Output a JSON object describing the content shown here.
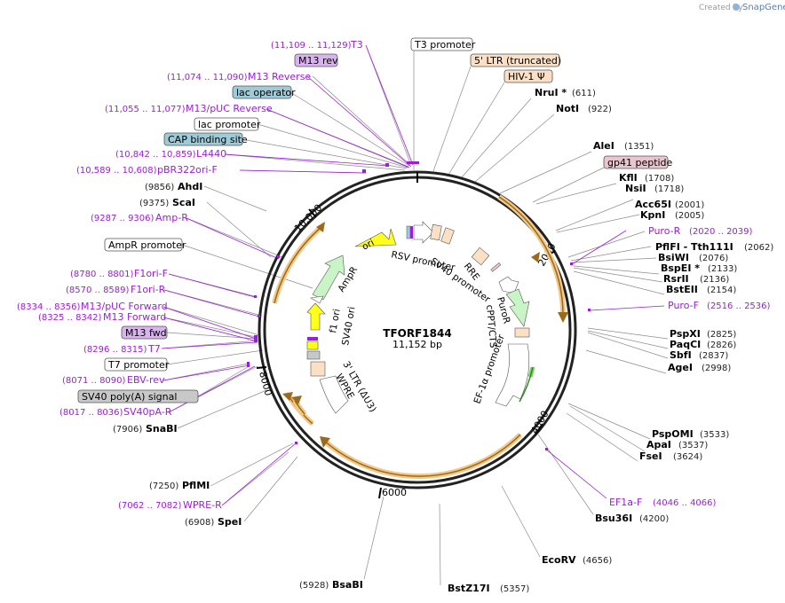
{
  "credit": {
    "created_by": "Created by",
    "brand": "SnapGene"
  },
  "plasmid": {
    "name": "TFORF1844",
    "length": "11,152 bp"
  },
  "ticks": [
    "2000",
    "4000",
    "6000",
    "8000",
    "10,000"
  ],
  "boxed_labels": [
    {
      "id": "t3-promoter",
      "text": "T3 promoter",
      "fill": "#ffffff"
    },
    {
      "id": "ltr5",
      "text": "5' LTR (truncated)",
      "fill": "#fbe0c6"
    },
    {
      "id": "hiv1psi",
      "text": "HIV-1 Ψ",
      "fill": "#fbe0c6"
    },
    {
      "id": "gp41",
      "text": "gp41 peptide",
      "fill": "#e8c5cf"
    },
    {
      "id": "m13rev",
      "text": "M13 rev",
      "fill": "#d9b3ee"
    },
    {
      "id": "lacop",
      "text": "lac operator",
      "fill": "#9fcad8"
    },
    {
      "id": "lacprom",
      "text": "lac promoter",
      "fill": "#ffffff"
    },
    {
      "id": "cap",
      "text": "CAP binding site",
      "fill": "#9fcad8"
    },
    {
      "id": "ampr-prom",
      "text": "AmpR promoter",
      "fill": "#ffffff"
    },
    {
      "id": "m13fwd",
      "text": "M13 fwd",
      "fill": "#d9b3ee"
    },
    {
      "id": "t7prom",
      "text": "T7 promoter",
      "fill": "#ffffff"
    },
    {
      "id": "sv40pa",
      "text": "SV40 poly(A) signal",
      "fill": "#c8c8c8"
    }
  ],
  "sites": [
    {
      "name": "NruI *",
      "pos": "(611)"
    },
    {
      "name": "NotI",
      "pos": "(922)"
    },
    {
      "name": "AleI",
      "pos": "(1351)"
    },
    {
      "name": "KflI",
      "pos": "(1708)"
    },
    {
      "name": "NsiI",
      "pos": "(1718)"
    },
    {
      "name": "Acc65I",
      "pos": "(2001)"
    },
    {
      "name": "KpnI",
      "pos": "(2005)"
    },
    {
      "name": "PflFI - Tth111I",
      "pos": "(2062)"
    },
    {
      "name": "BsiWI",
      "pos": "(2076)"
    },
    {
      "name": "BspEI *",
      "pos": "(2133)"
    },
    {
      "name": "RsrII",
      "pos": "(2136)"
    },
    {
      "name": "BstEII",
      "pos": "(2154)"
    },
    {
      "name": "PspXI",
      "pos": "(2825)"
    },
    {
      "name": "PaqCI",
      "pos": "(2826)"
    },
    {
      "name": "SbfI",
      "pos": "(2837)"
    },
    {
      "name": "AgeI",
      "pos": "(2998)"
    },
    {
      "name": "PspOMI",
      "pos": "(3533)"
    },
    {
      "name": "ApaI",
      "pos": "(3537)"
    },
    {
      "name": "FseI",
      "pos": "(3624)"
    },
    {
      "name": "Bsu36I",
      "pos": "(4200)"
    },
    {
      "name": "EcoRV",
      "pos": "(4656)"
    },
    {
      "name": "BstZ17I",
      "pos": "(5357)"
    },
    {
      "name": "BsaBI",
      "pos": "(5928)"
    },
    {
      "name": "SpeI",
      "pos": "(6908)"
    },
    {
      "name": "PflMI",
      "pos": "(7250)"
    },
    {
      "name": "SnaBI",
      "pos": "(7906)"
    },
    {
      "name": "AhdI",
      "pos": "(9856)"
    },
    {
      "name": "ScaI",
      "pos": "(9375)"
    }
  ],
  "primers": [
    {
      "name": "T3",
      "pos": "(11,109 .. 11,129)"
    },
    {
      "name": "M13 Reverse",
      "pos": "(11,074 .. 11,090)"
    },
    {
      "name": "M13/pUC Reverse",
      "pos": "(11,055 .. 11,077)"
    },
    {
      "name": "L4440",
      "pos": "(10,842 .. 10,859)"
    },
    {
      "name": "pBR322ori-F",
      "pos": "(10,589 .. 10,608)"
    },
    {
      "name": "Amp-R",
      "pos": "(9287 .. 9306)"
    },
    {
      "name": "F1ori-F",
      "pos": "(8780 .. 8801)"
    },
    {
      "name": "F1ori-R",
      "pos": "(8570 .. 8589)"
    },
    {
      "name": "M13/pUC Forward",
      "pos": "(8334 .. 8356)"
    },
    {
      "name": "M13 Forward",
      "pos": "(8325 .. 8342)"
    },
    {
      "name": "T7",
      "pos": "(8296 .. 8315)"
    },
    {
      "name": "EBV-rev",
      "pos": "(8071 .. 8090)"
    },
    {
      "name": "SV40pA-R",
      "pos": "(8017 .. 8036)"
    },
    {
      "name": "WPRE-R",
      "pos": "(7062 .. 7082)"
    },
    {
      "name": "Puro-R",
      "pos": "(2020 .. 2039)"
    },
    {
      "name": "Puro-F",
      "pos": "(2516 .. 2536)"
    },
    {
      "name": "EF1a-F",
      "pos": "(4046 .. 4066)"
    }
  ],
  "features": {
    "ori": "ori",
    "ampr": "AmpR",
    "f1ori": "f1 ori",
    "sv40ori": "SV40 ori",
    "rsv": "RSV promoter",
    "rre": "RRE",
    "sv40prom": "SV40 promoter",
    "puror": "PuroR",
    "cppt": "cPPT/CTS",
    "ef1a": "EF-1α promoter",
    "ltr3": "3' LTR (ΔU3)",
    "wpre": "WPRE"
  },
  "colors": {
    "primer": "#9a1fd6",
    "orf_arc": "#f2c98b",
    "orf_line": "#9b6a1b",
    "ampr": "#c9f5c6",
    "ori": "#ffff1a",
    "ltr": "#fbe0c6"
  }
}
